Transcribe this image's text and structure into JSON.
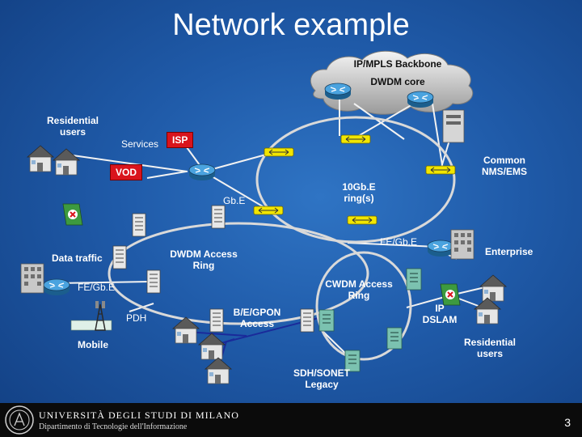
{
  "slide": {
    "title": "Network example",
    "page_number": "3"
  },
  "cloud": {
    "line1": "IP/MPLS Backbone",
    "line2": "DWDM core"
  },
  "labels": {
    "residential_users_top": "Residential\nusers",
    "services": "Services",
    "isp": "ISP",
    "vod": "VOD",
    "common_nms": "Common\nNMS/EMS",
    "ring_10gbe": "10Gb.E\nring(s)",
    "gbe": "Gb.E",
    "fe_gbe_right": "FE/Gb.E",
    "enterprise": "Enterprise",
    "data_traffic": "Data traffic",
    "dwdm_access_ring": "DWDM Access\nRing",
    "fe_gbe_left": "FE/Gb.E",
    "cwdm_access_ring": "CWDM Access\nRing",
    "pdh": "PDH",
    "bepon_access": "B/E/GPON\nAccess",
    "ip_dslam": "IP\nDSLAM",
    "mobile": "Mobile",
    "residential_users_bottom": "Residential\nusers",
    "sdh_sonet": "SDH/SONET\nLegacy"
  },
  "footer": {
    "university": "UNIVERSITÀ DEGLI STUDI DI MILANO",
    "department": "Dipartimento di Tecnologie dell'Informazione"
  },
  "colors": {
    "ring": "#d9d9d9",
    "link": "#f2f2f2",
    "pon_link": "#1a2a9a",
    "switch": "#f2e600",
    "router": "#2d8ac9",
    "isp_tag": "#d9141c"
  }
}
